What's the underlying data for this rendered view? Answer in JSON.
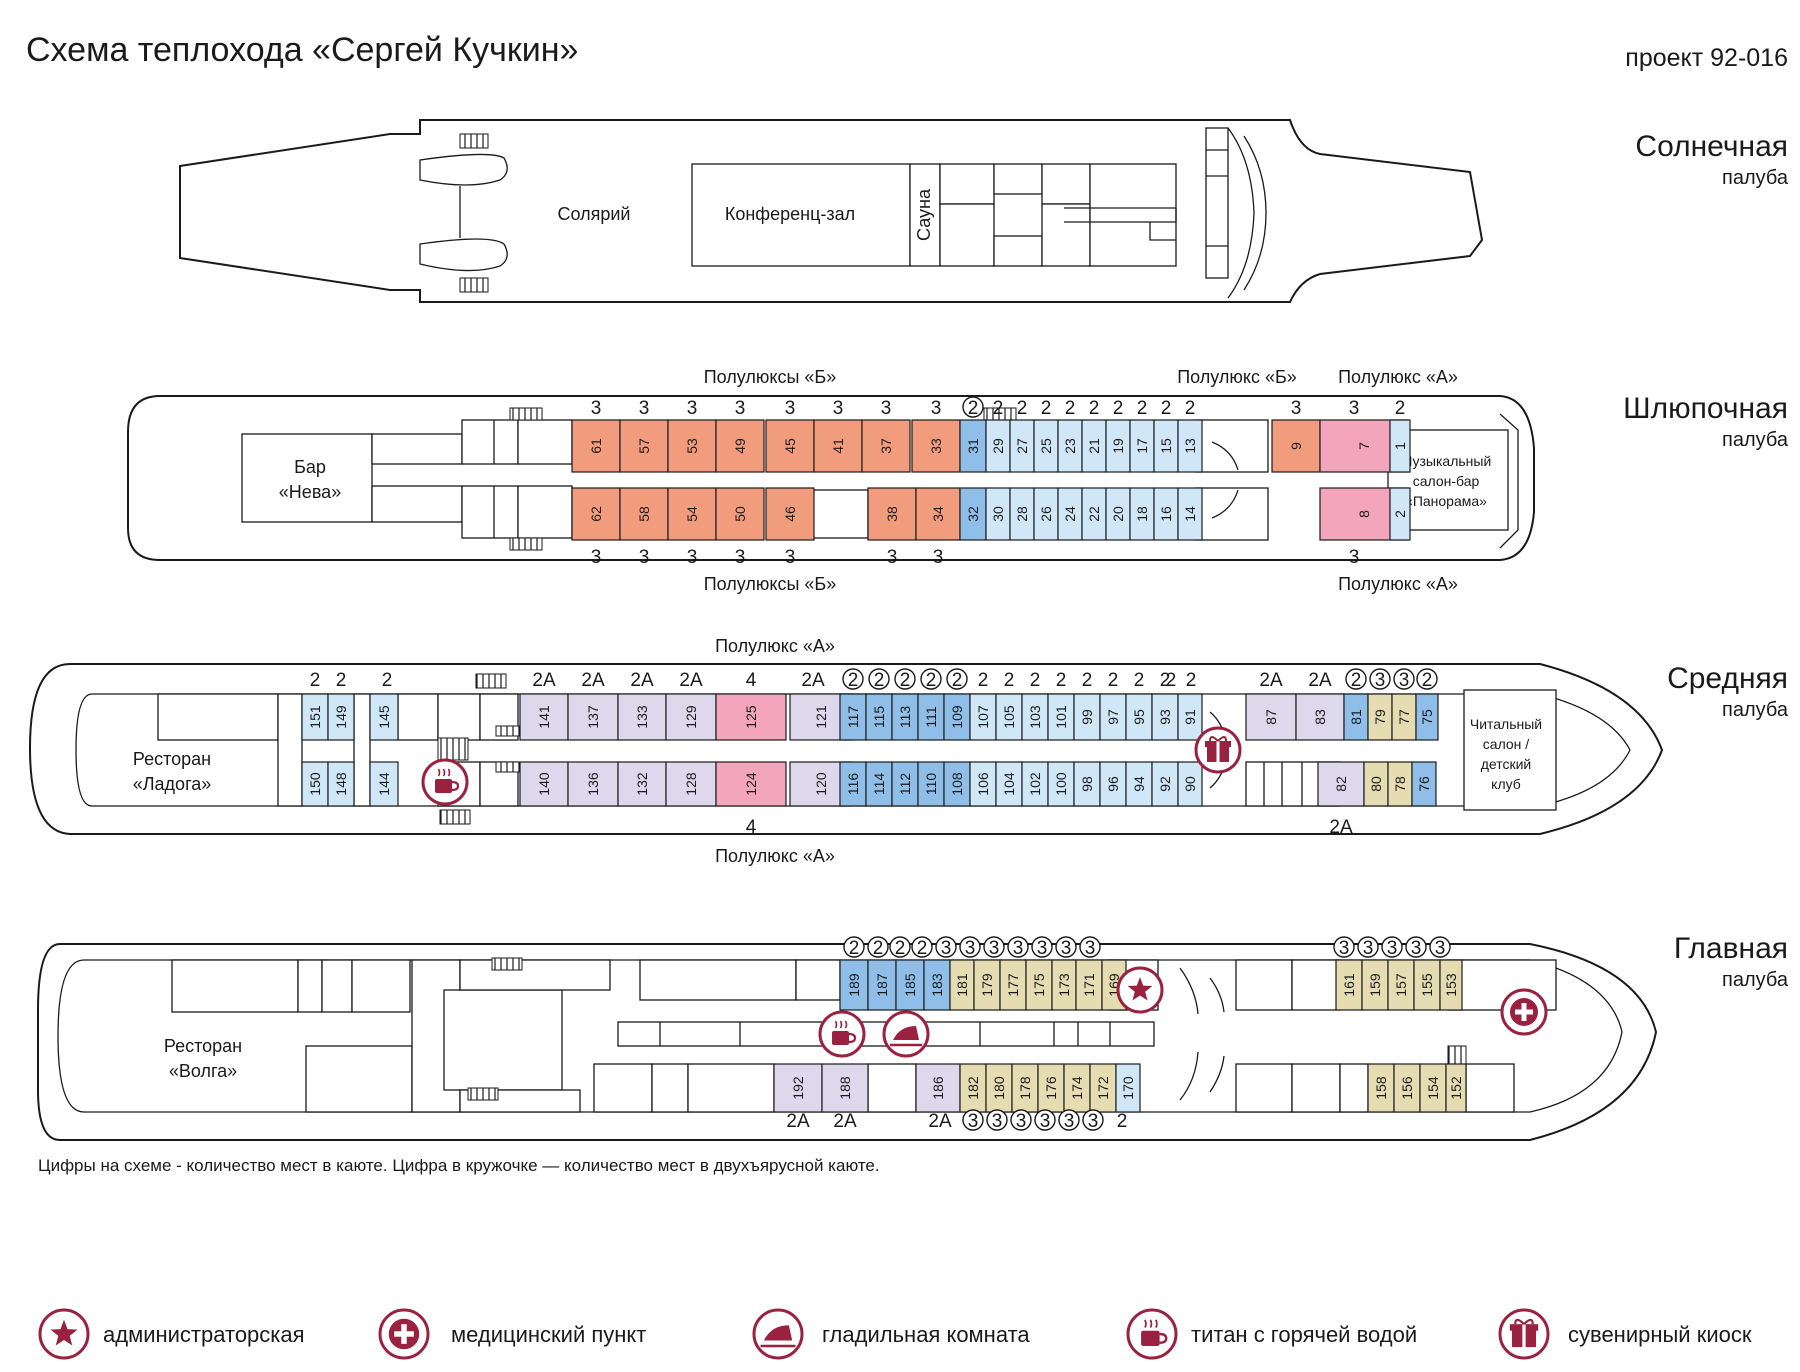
{
  "header": {
    "title": "Схема теплохода «Сергей Кучкин»",
    "project": "проект 92-016"
  },
  "decks": {
    "sun": {
      "name": "Солнечная",
      "sub": "палуба"
    },
    "boat": {
      "name": "Шлюпочная",
      "sub": "палуба"
    },
    "middle": {
      "name": "Средняя",
      "sub": "палуба"
    },
    "main": {
      "name": "Главная",
      "sub": "палуба"
    }
  },
  "areas": {
    "solarium": "Солярий",
    "conference": "Конференц-зал",
    "sauna": "Сауна",
    "bar_nevа_1": "Бар",
    "bar_neva_2": "«Нева»",
    "music_1": "Музыкальный",
    "music_2": "салон-бар",
    "music_3": "«Панорама»",
    "ladoga_1": "Ресторан",
    "ladoga_2": "«Ладога»",
    "reading_1": "Читальный",
    "reading_2": "салон /",
    "reading_3": "детский",
    "reading_4": "клуб",
    "volga_1": "Ресторан",
    "volga_2": "«Волга»"
  },
  "class_labels": {
    "boat_top_b": "Полулюксы «Б»",
    "boat_top_b2": "Полулюкс «Б»",
    "boat_top_a": "Полулюкс «А»",
    "boat_bot_b": "Полулюксы «Б»",
    "boat_bot_a": "Полулюкс «А»",
    "mid_top_a": "Полулюкс «А»",
    "mid_bot_a": "Полулюкс «А»"
  },
  "colors": {
    "standard": "#cfe7f7",
    "standard_bunk": "#8fbfe8",
    "semi_lux_b": "#f29c7e",
    "semi_lux_a": "#f2a5bd",
    "two_a": "#ddd8ec",
    "three": "#e6dcb2",
    "icon": "#9b2140",
    "room": "#ffffff"
  },
  "cabins": {
    "boat_top": [
      {
        "n": "61",
        "t": "semi_lux_b"
      },
      {
        "n": "57",
        "t": "semi_lux_b"
      },
      {
        "n": "53",
        "t": "semi_lux_b"
      },
      {
        "n": "49",
        "t": "semi_lux_b"
      },
      {
        "n": "45",
        "t": "semi_lux_b"
      },
      {
        "n": "41",
        "t": "semi_lux_b"
      },
      {
        "n": "37",
        "t": "semi_lux_b"
      },
      {
        "n": "33",
        "t": "semi_lux_b"
      },
      {
        "n": "31",
        "t": "standard_bunk"
      },
      {
        "n": "29",
        "t": "standard"
      },
      {
        "n": "27",
        "t": "standard"
      },
      {
        "n": "25",
        "t": "standard"
      },
      {
        "n": "23",
        "t": "standard"
      },
      {
        "n": "21",
        "t": "standard"
      },
      {
        "n": "19",
        "t": "standard"
      },
      {
        "n": "17",
        "t": "standard"
      },
      {
        "n": "15",
        "t": "standard"
      },
      {
        "n": "13",
        "t": "standard"
      },
      {
        "n": "9",
        "t": "semi_lux_b"
      },
      {
        "n": "7",
        "t": "semi_lux_a"
      },
      {
        "n": "1",
        "t": "standard"
      }
    ],
    "boat_bottom": [
      {
        "n": "62",
        "t": "semi_lux_b"
      },
      {
        "n": "58",
        "t": "semi_lux_b"
      },
      {
        "n": "54",
        "t": "semi_lux_b"
      },
      {
        "n": "50",
        "t": "semi_lux_b"
      },
      {
        "n": "46",
        "t": "semi_lux_b"
      },
      {
        "n": "38",
        "t": "semi_lux_b"
      },
      {
        "n": "34",
        "t": "semi_lux_b"
      },
      {
        "n": "32",
        "t": "standard_bunk"
      },
      {
        "n": "30",
        "t": "standard"
      },
      {
        "n": "28",
        "t": "standard"
      },
      {
        "n": "26",
        "t": "standard"
      },
      {
        "n": "24",
        "t": "standard"
      },
      {
        "n": "22",
        "t": "standard"
      },
      {
        "n": "20",
        "t": "standard"
      },
      {
        "n": "18",
        "t": "standard"
      },
      {
        "n": "16",
        "t": "standard"
      },
      {
        "n": "14",
        "t": "standard"
      },
      {
        "n": "8",
        "t": "semi_lux_a"
      },
      {
        "n": "2",
        "t": "standard"
      }
    ],
    "middle_top": [
      {
        "n": "151",
        "t": "standard"
      },
      {
        "n": "149",
        "t": "standard"
      },
      {
        "n": "145",
        "t": "standard"
      },
      {
        "n": "141",
        "t": "two_a"
      },
      {
        "n": "137",
        "t": "two_a"
      },
      {
        "n": "133",
        "t": "two_a"
      },
      {
        "n": "129",
        "t": "two_a"
      },
      {
        "n": "125",
        "t": "semi_lux_a"
      },
      {
        "n": "121",
        "t": "two_a"
      },
      {
        "n": "117",
        "t": "standard_bunk"
      },
      {
        "n": "115",
        "t": "standard_bunk"
      },
      {
        "n": "113",
        "t": "standard_bunk"
      },
      {
        "n": "111",
        "t": "standard_bunk"
      },
      {
        "n": "109",
        "t": "standard_bunk"
      },
      {
        "n": "107",
        "t": "standard"
      },
      {
        "n": "105",
        "t": "standard"
      },
      {
        "n": "103",
        "t": "standard"
      },
      {
        "n": "101",
        "t": "standard"
      },
      {
        "n": "99",
        "t": "standard"
      },
      {
        "n": "97",
        "t": "standard"
      },
      {
        "n": "95",
        "t": "standard"
      },
      {
        "n": "93",
        "t": "standard"
      },
      {
        "n": "91",
        "t": "standard"
      },
      {
        "n": "87",
        "t": "two_a"
      },
      {
        "n": "83",
        "t": "two_a"
      },
      {
        "n": "81",
        "t": "standard_bunk"
      },
      {
        "n": "79",
        "t": "three"
      },
      {
        "n": "77",
        "t": "three"
      },
      {
        "n": "75",
        "t": "standard_bunk"
      }
    ],
    "middle_bottom": [
      {
        "n": "150",
        "t": "standard"
      },
      {
        "n": "148",
        "t": "standard"
      },
      {
        "n": "144",
        "t": "standard"
      },
      {
        "n": "140",
        "t": "two_a"
      },
      {
        "n": "136",
        "t": "two_a"
      },
      {
        "n": "132",
        "t": "two_a"
      },
      {
        "n": "128",
        "t": "two_a"
      },
      {
        "n": "124",
        "t": "semi_lux_a"
      },
      {
        "n": "120",
        "t": "two_a"
      },
      {
        "n": "116",
        "t": "standard_bunk"
      },
      {
        "n": "114",
        "t": "standard_bunk"
      },
      {
        "n": "112",
        "t": "standard_bunk"
      },
      {
        "n": "110",
        "t": "standard_bunk"
      },
      {
        "n": "108",
        "t": "standard_bunk"
      },
      {
        "n": "106",
        "t": "standard"
      },
      {
        "n": "104",
        "t": "standard"
      },
      {
        "n": "102",
        "t": "standard"
      },
      {
        "n": "100",
        "t": "standard"
      },
      {
        "n": "98",
        "t": "standard"
      },
      {
        "n": "96",
        "t": "standard"
      },
      {
        "n": "94",
        "t": "standard"
      },
      {
        "n": "92",
        "t": "standard"
      },
      {
        "n": "90",
        "t": "standard"
      },
      {
        "n": "82",
        "t": "two_a"
      },
      {
        "n": "80",
        "t": "three"
      },
      {
        "n": "78",
        "t": "three"
      },
      {
        "n": "76",
        "t": "standard_bunk"
      }
    ],
    "main_top": [
      {
        "n": "189",
        "t": "standard_bunk"
      },
      {
        "n": "187",
        "t": "standard_bunk"
      },
      {
        "n": "185",
        "t": "standard_bunk"
      },
      {
        "n": "183",
        "t": "standard_bunk"
      },
      {
        "n": "181",
        "t": "three"
      },
      {
        "n": "179",
        "t": "three"
      },
      {
        "n": "177",
        "t": "three"
      },
      {
        "n": "175",
        "t": "three"
      },
      {
        "n": "173",
        "t": "three"
      },
      {
        "n": "171",
        "t": "three"
      },
      {
        "n": "169",
        "t": "three"
      },
      {
        "n": "161",
        "t": "three"
      },
      {
        "n": "159",
        "t": "three"
      },
      {
        "n": "157",
        "t": "three"
      },
      {
        "n": "155",
        "t": "three"
      },
      {
        "n": "153",
        "t": "three"
      }
    ],
    "main_bottom": [
      {
        "n": "192",
        "t": "two_a"
      },
      {
        "n": "188",
        "t": "two_a"
      },
      {
        "n": "186",
        "t": "two_a"
      },
      {
        "n": "182",
        "t": "three"
      },
      {
        "n": "180",
        "t": "three"
      },
      {
        "n": "178",
        "t": "three"
      },
      {
        "n": "176",
        "t": "three"
      },
      {
        "n": "174",
        "t": "three"
      },
      {
        "n": "172",
        "t": "three"
      },
      {
        "n": "170",
        "t": "standard"
      },
      {
        "n": "158",
        "t": "three"
      },
      {
        "n": "156",
        "t": "three"
      },
      {
        "n": "154",
        "t": "three"
      },
      {
        "n": "152",
        "t": "three"
      }
    ]
  },
  "capacities": {
    "boat_top": [
      "3",
      "3",
      "3",
      "3",
      "3",
      "3",
      "3",
      "3",
      "2",
      "2",
      "2",
      "2",
      "2",
      "2",
      "2",
      "2",
      "2",
      "2",
      "3",
      "3",
      "2"
    ],
    "boat_top_circled": [
      false,
      false,
      false,
      false,
      false,
      false,
      false,
      false,
      true,
      false,
      false,
      false,
      false,
      false,
      false,
      false,
      false,
      false,
      false,
      false,
      false
    ],
    "boat_bottom": [
      "3",
      "3",
      "3",
      "3",
      "3",
      "3",
      "3",
      "3"
    ],
    "middle_top": [
      "2",
      "2",
      "2",
      "2А",
      "2А",
      "2А",
      "2А",
      "4",
      "2А",
      "2",
      "2",
      "2",
      "2",
      "2",
      "2",
      "2",
      "2",
      "2",
      "2",
      "2",
      "2",
      "2",
      "2",
      "2",
      "2А",
      "2А",
      "2",
      "3",
      "3",
      "2"
    ],
    "middle_top_circled": [
      false,
      false,
      false,
      false,
      false,
      false,
      false,
      false,
      false,
      true,
      true,
      true,
      true,
      true,
      false,
      false,
      false,
      false,
      false,
      false,
      false,
      false,
      false,
      false,
      false,
      false,
      true,
      true,
      true,
      true
    ],
    "middle_bottom": [
      "4",
      "2А"
    ],
    "main_top": [
      "2",
      "2",
      "2",
      "2",
      "3",
      "3",
      "3",
      "3",
      "3",
      "3",
      "3",
      "3",
      "3",
      "3",
      "3",
      "3"
    ],
    "main_bottom": [
      "2А",
      "2А",
      "2А",
      "3",
      "3",
      "3",
      "3",
      "3",
      "3",
      "2"
    ],
    "main_bottom_circled": [
      false,
      false,
      false,
      true,
      true,
      true,
      true,
      true,
      true,
      false
    ]
  },
  "note": "Цифры на схеме - количество мест в каюте. Цифра в кружочке — количество мест в двухъярусной каюте.",
  "legend": [
    {
      "icon": "star-icon",
      "label": "администраторская"
    },
    {
      "icon": "medical-cross-icon",
      "label": "медицинский пункт"
    },
    {
      "icon": "iron-icon",
      "label": "гладильная комната"
    },
    {
      "icon": "hot-water-cup-icon",
      "label": "титан с горячей водой"
    },
    {
      "icon": "gift-icon",
      "label": "сувенирный киоск"
    }
  ]
}
